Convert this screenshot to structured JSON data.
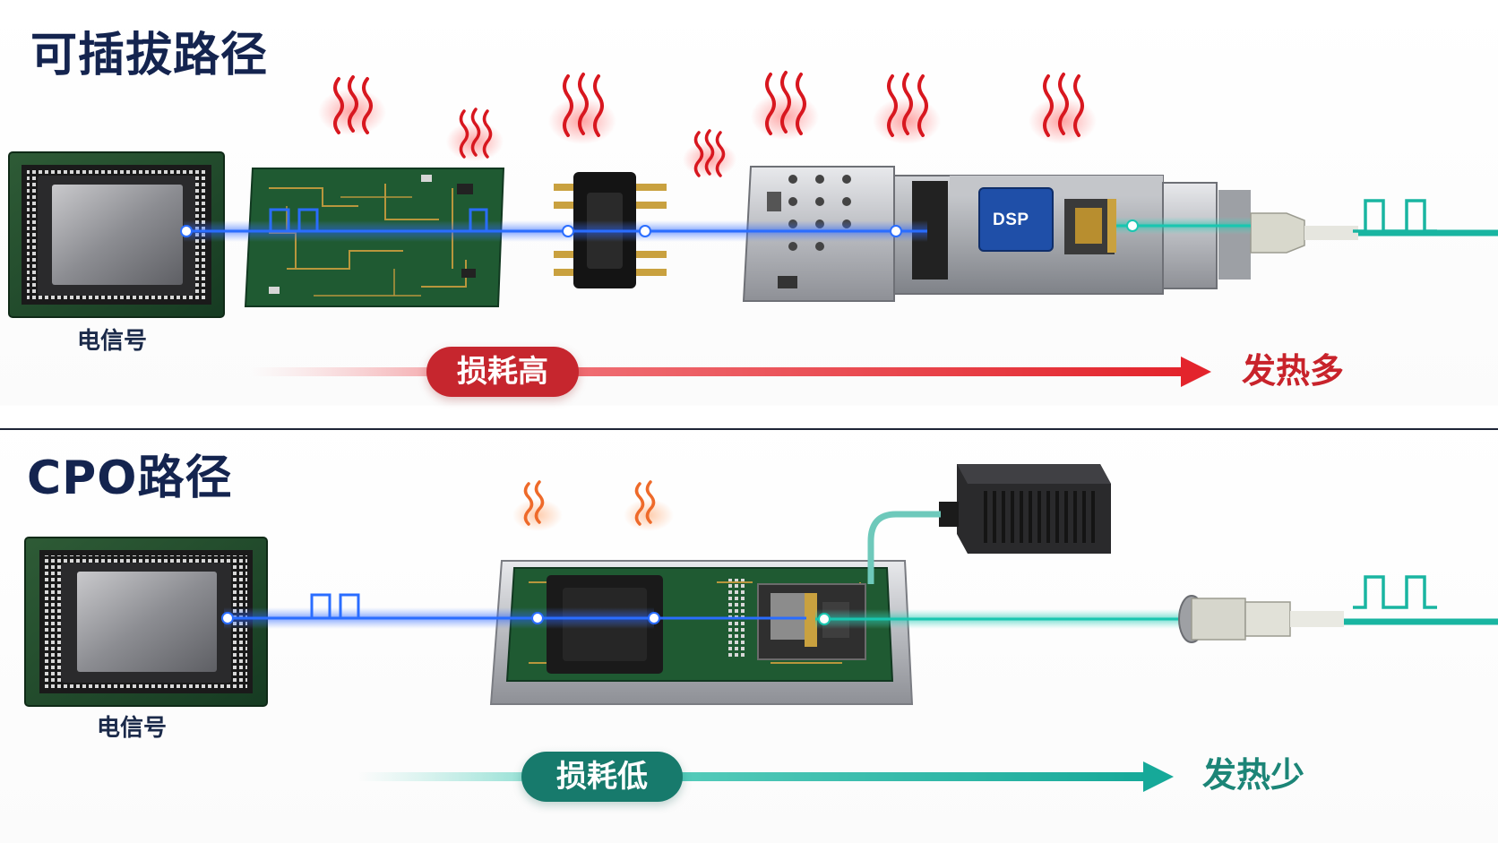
{
  "pluggable": {
    "title": "可插拔路径",
    "chip_label": "电信号",
    "dsp_label": "DSP",
    "loss_label": "损耗高",
    "heat_label": "发热多",
    "color": "#c8232b"
  },
  "cpo": {
    "title": "CPO路径",
    "chip_label": "电信号",
    "loss_label": "损耗低",
    "heat_label": "发热少",
    "color": "#1c8577"
  },
  "colors": {
    "electrical_signal": "#1f5cff",
    "optical_signal": "#19c6b0",
    "heat_strong": "#e1202a",
    "heat_weak": "#ee6a2a",
    "pcb_green": "#1f5a32"
  },
  "icons": {
    "heat": "heat-wave-icon",
    "signal": "pulse-waveform-icon"
  }
}
